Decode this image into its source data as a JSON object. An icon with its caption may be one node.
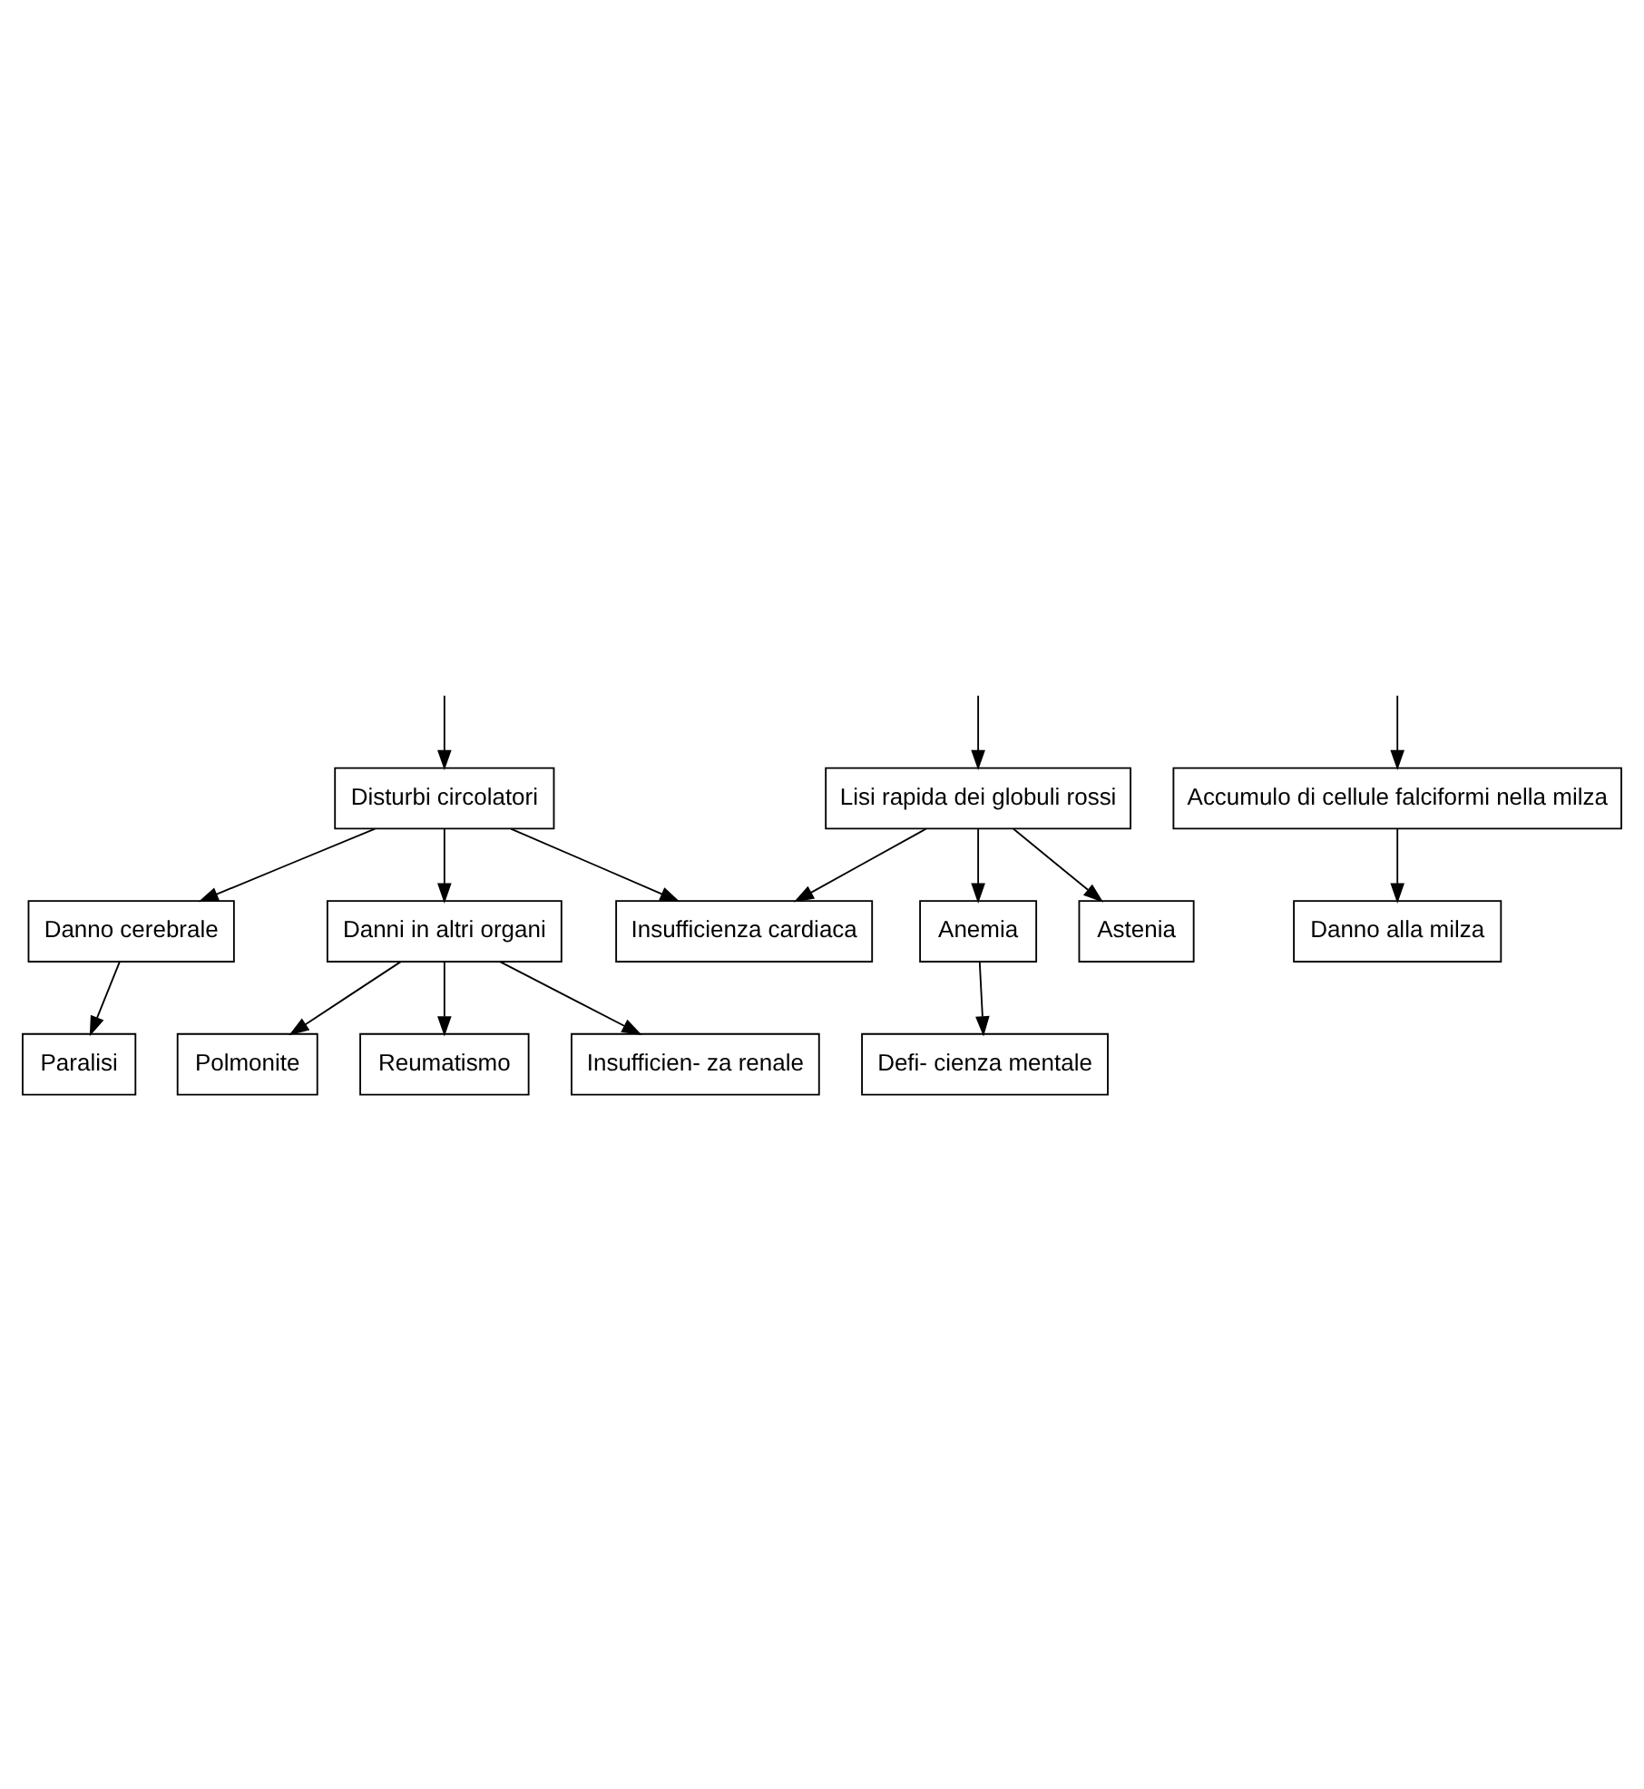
{
  "diagram": {
    "nodes": [
      {
        "text": [
          "Lisi rapida dei globuli rossi"
        ]
      },
      {
        "text": [
          "Disturbi circolatori"
        ]
      },
      {
        "text": [
          "Accumulo di cellule falciformi nella milza"
        ]
      },
      {
        "text": [
          "Anemia"
        ]
      },
      {
        "text": [
          "Danno cerebrale"
        ]
      },
      {
        "text": [
          "Danni in altri organi"
        ]
      },
      {
        "text": [
          "Danno alla milza"
        ]
      },
      {
        "text": [
          "Astenia"
        ]
      },
      {
        "text": [
          "Insufficienza cardiaca"
        ]
      },
      {
        "text": [
          "Paralisi"
        ]
      },
      {
        "text": [
          "Defi- cienza mentale"
        ]
      },
      {
        "text": [
          "Polmonite"
        ]
      },
      {
        "text": [
          "Reumatismo"
        ]
      },
      {
        "text": [
          "Insufficien- za renale"
        ]
      }
    ],
    "edges": [
      {
        "from": null,
        "to": 0,
        "arrow": "to"
      },
      {
        "from": null,
        "to": 1,
        "arrow": "to"
      },
      {
        "from": null,
        "to": 2,
        "arrow": "to"
      },
      {
        "from": 0,
        "to": 7,
        "arrow": "to"
      },
      {
        "from": 0,
        "to": 3,
        "arrow": "to"
      },
      {
        "from": 0,
        "to": 8,
        "arrow": "to"
      },
      {
        "from": 1,
        "to": 8,
        "arrow": "to"
      },
      {
        "from": 1,
        "to": 4,
        "arrow": "to"
      },
      {
        "from": 1,
        "to": 5,
        "arrow": "to"
      },
      {
        "from": 2,
        "to": 6,
        "arrow": "to"
      },
      {
        "from": 3,
        "to": 10,
        "arrow": "to"
      },
      {
        "from": 4,
        "to": 9,
        "arrow": "to"
      },
      {
        "from": 5,
        "to": 11,
        "arrow": "to"
      },
      {
        "from": 5,
        "to": 12,
        "arrow": "to"
      },
      {
        "from": 5,
        "to": 13,
        "arrow": "to"
      }
    ]
  }
}
